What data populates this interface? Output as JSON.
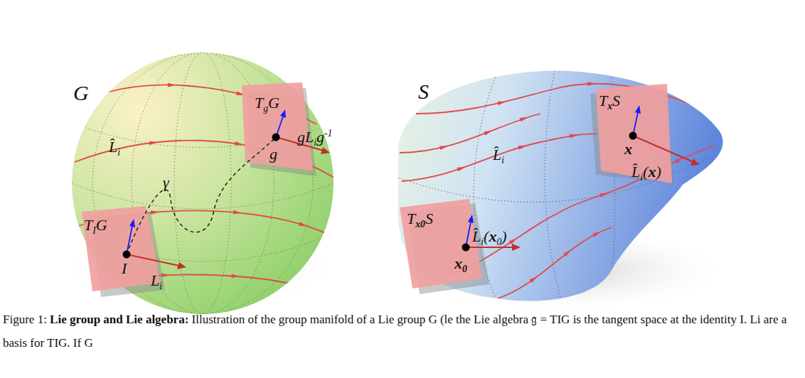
{
  "diagram": {
    "caption": "Figure 1: Lie group and Lie algebra: Illustration of the group manifold of a Lie group G (le the Lie algebra 𝔤 = TIG is the tangent space at the identity I. Li are a basis for TIG. If G",
    "labels": [
      "G",
      "TgG",
      "g",
      "gLig-1",
      "L̂i",
      "γ",
      "TIG",
      "I",
      "Li",
      "S",
      "TxS",
      "x",
      "L̂i",
      "L̂i(x)",
      "Tx0S",
      "L̂i(x0)",
      "x0"
    ]
  }
}
